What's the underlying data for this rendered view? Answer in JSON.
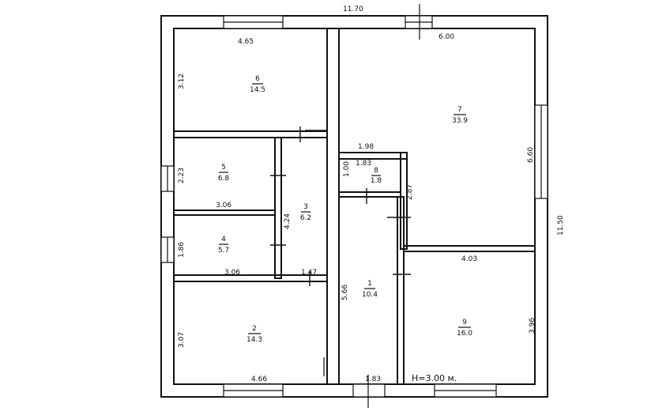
{
  "dimensions": {
    "overall_width": "11.70",
    "overall_height": "11.50",
    "top_right_width": "6.00",
    "room7_height": "6.60",
    "room6_width": "4.65",
    "room6_height": "3.12",
    "room5_height": "2.23",
    "room5_width": "3.06",
    "room3_height": "4.24",
    "room4_height": "1.86",
    "room4_width": "3.06",
    "room3_width": "1.47",
    "room8_outer": "1.98",
    "room8_width": "1.83",
    "room8_height": "1.00",
    "corridor_height_upper": "2.87",
    "corridor_height": "5.66",
    "room9_width": "4.03",
    "room9_height": "3.96",
    "room2_height": "3.07",
    "room2_width": "4.66",
    "corridor_width": "1.83"
  },
  "rooms": [
    {
      "number": "1",
      "area": "10.4"
    },
    {
      "number": "2",
      "area": "14.3"
    },
    {
      "number": "3",
      "area": "6.2"
    },
    {
      "number": "4",
      "area": "5.7"
    },
    {
      "number": "5",
      "area": "6.8"
    },
    {
      "number": "6",
      "area": "14.5"
    },
    {
      "number": "7",
      "area": "33.9"
    },
    {
      "number": "8",
      "area": "1.8"
    },
    {
      "number": "9",
      "area": "16.0"
    }
  ],
  "height_note": "H=3.00 м."
}
